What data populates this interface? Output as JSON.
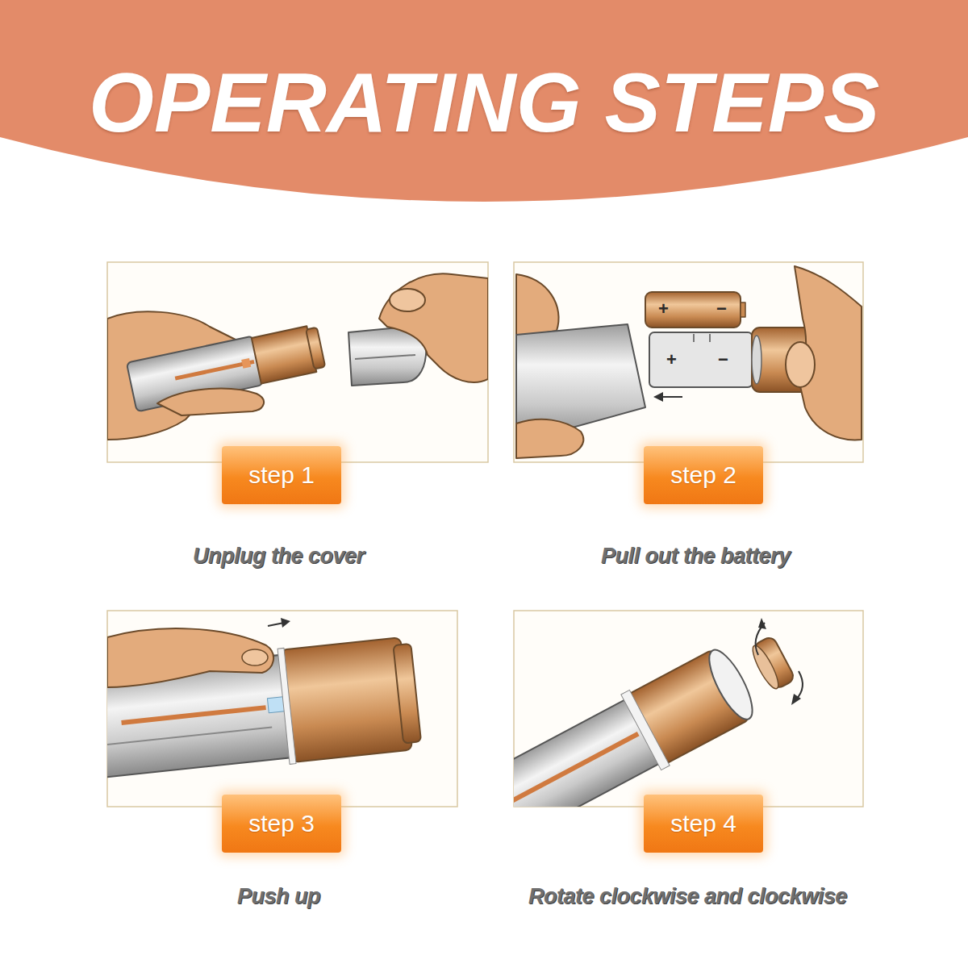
{
  "diagram": {
    "title": "OPERATING STEPS",
    "nodes": [
      {
        "text": [
          "step 1"
        ]
      },
      {
        "text": [
          "step 2"
        ]
      },
      {
        "text": [
          "step 3"
        ]
      },
      {
        "text": [
          "step 4"
        ]
      }
    ],
    "labels": [
      "+",
      "−",
      "+",
      "−",
      "Unplug the cover",
      "Pull out the battery",
      "Push up",
      "Rotate clockwise and clockwise"
    ]
  }
}
